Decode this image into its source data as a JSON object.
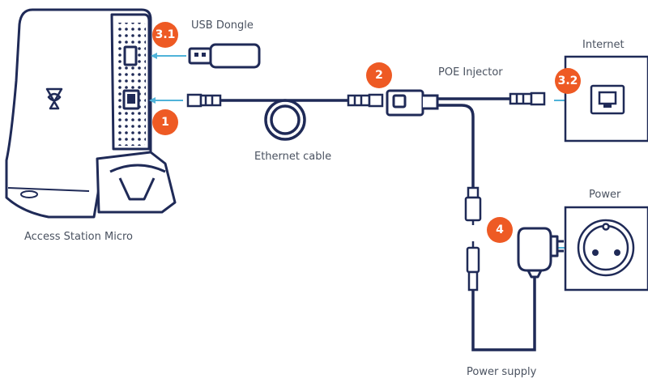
{
  "labels": {
    "usb_dongle": "USB Dongle",
    "internet": "Internet",
    "poe_injector": "POE Injector",
    "ethernet_cable": "Ethernet cable",
    "power": "Power",
    "access_station": "Access Station Micro",
    "power_supply": "Power supply"
  },
  "steps": {
    "s1": "1",
    "s2": "2",
    "s31": "3.1",
    "s32": "3.2",
    "s4": "4"
  },
  "colors": {
    "outline": "#1f2a57",
    "badge": "#ee5a24",
    "arrow": "#4fb3d9",
    "device_fill": "#ffffff"
  }
}
